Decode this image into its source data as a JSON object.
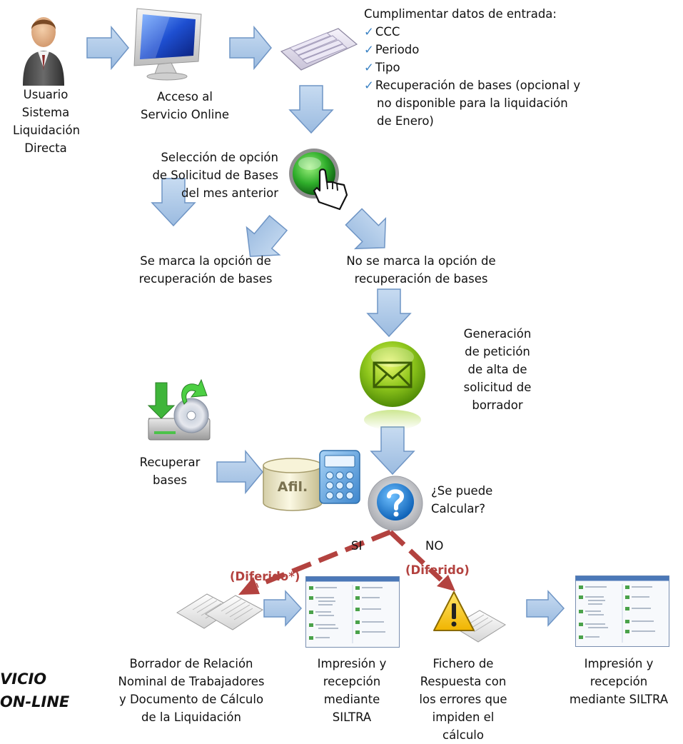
{
  "nodes": {
    "usuario": [
      "Usuario",
      "Sistema",
      "Liquidación",
      "Directa"
    ],
    "acceso": [
      "Acceso al",
      "Servicio Online"
    ],
    "datos_title": "Cumplimentar datos de entrada:",
    "datos_items": [
      "CCC",
      "Periodo",
      "Tipo",
      "Recuperación de bases (opcional y",
      "no disponible para la liquidación",
      "de Enero)"
    ],
    "seleccion": [
      "Selección de opción",
      "de Solicitud de Bases",
      "del mes anterior"
    ],
    "marca": [
      "Se marca la opción de",
      "recuperación de bases"
    ],
    "no_marca": [
      "No se marca la opción de",
      "recuperación de bases"
    ],
    "generacion": [
      "Generación",
      "de petición",
      "de alta de",
      "solicitud de",
      "borrador"
    ],
    "recuperar": [
      "Recuperar",
      "bases"
    ],
    "afil": "Afil.",
    "se_puede": [
      "¿Se puede",
      "Calcular?"
    ],
    "si": "SI",
    "no": "NO",
    "diferido_star": "(Diferido*)",
    "diferido": "(Diferido)",
    "borrador": [
      "Borrador de Relación",
      "Nominal de Trabajadores",
      "y Documento de Cálculo",
      "de la Liquidación"
    ],
    "impresion1": [
      "Impresión y",
      "recepción",
      "mediante",
      "SILTRA"
    ],
    "fichero": [
      "Fichero de",
      "Respuesta con",
      "los errores que",
      "impiden el",
      "cálculo"
    ],
    "impresion2": [
      "Impresión y",
      "recepción",
      "mediante SILTRA"
    ],
    "side_title": [
      "VICIO",
      "ON-LINE"
    ]
  },
  "icons": [
    "user-icon",
    "monitor-icon",
    "keyboard-icon",
    "green-button-icon",
    "envelope-icon",
    "disk-drive-icon",
    "database-icon",
    "calculator-icon",
    "question-icon",
    "documents-icon",
    "screenshot-icon",
    "warning-icon"
  ],
  "colors": {
    "arrow_fill": "#a8c4e4",
    "arrow_stroke": "#6f95c5",
    "dashed": "#b3423f",
    "check": "#3b82c4"
  }
}
